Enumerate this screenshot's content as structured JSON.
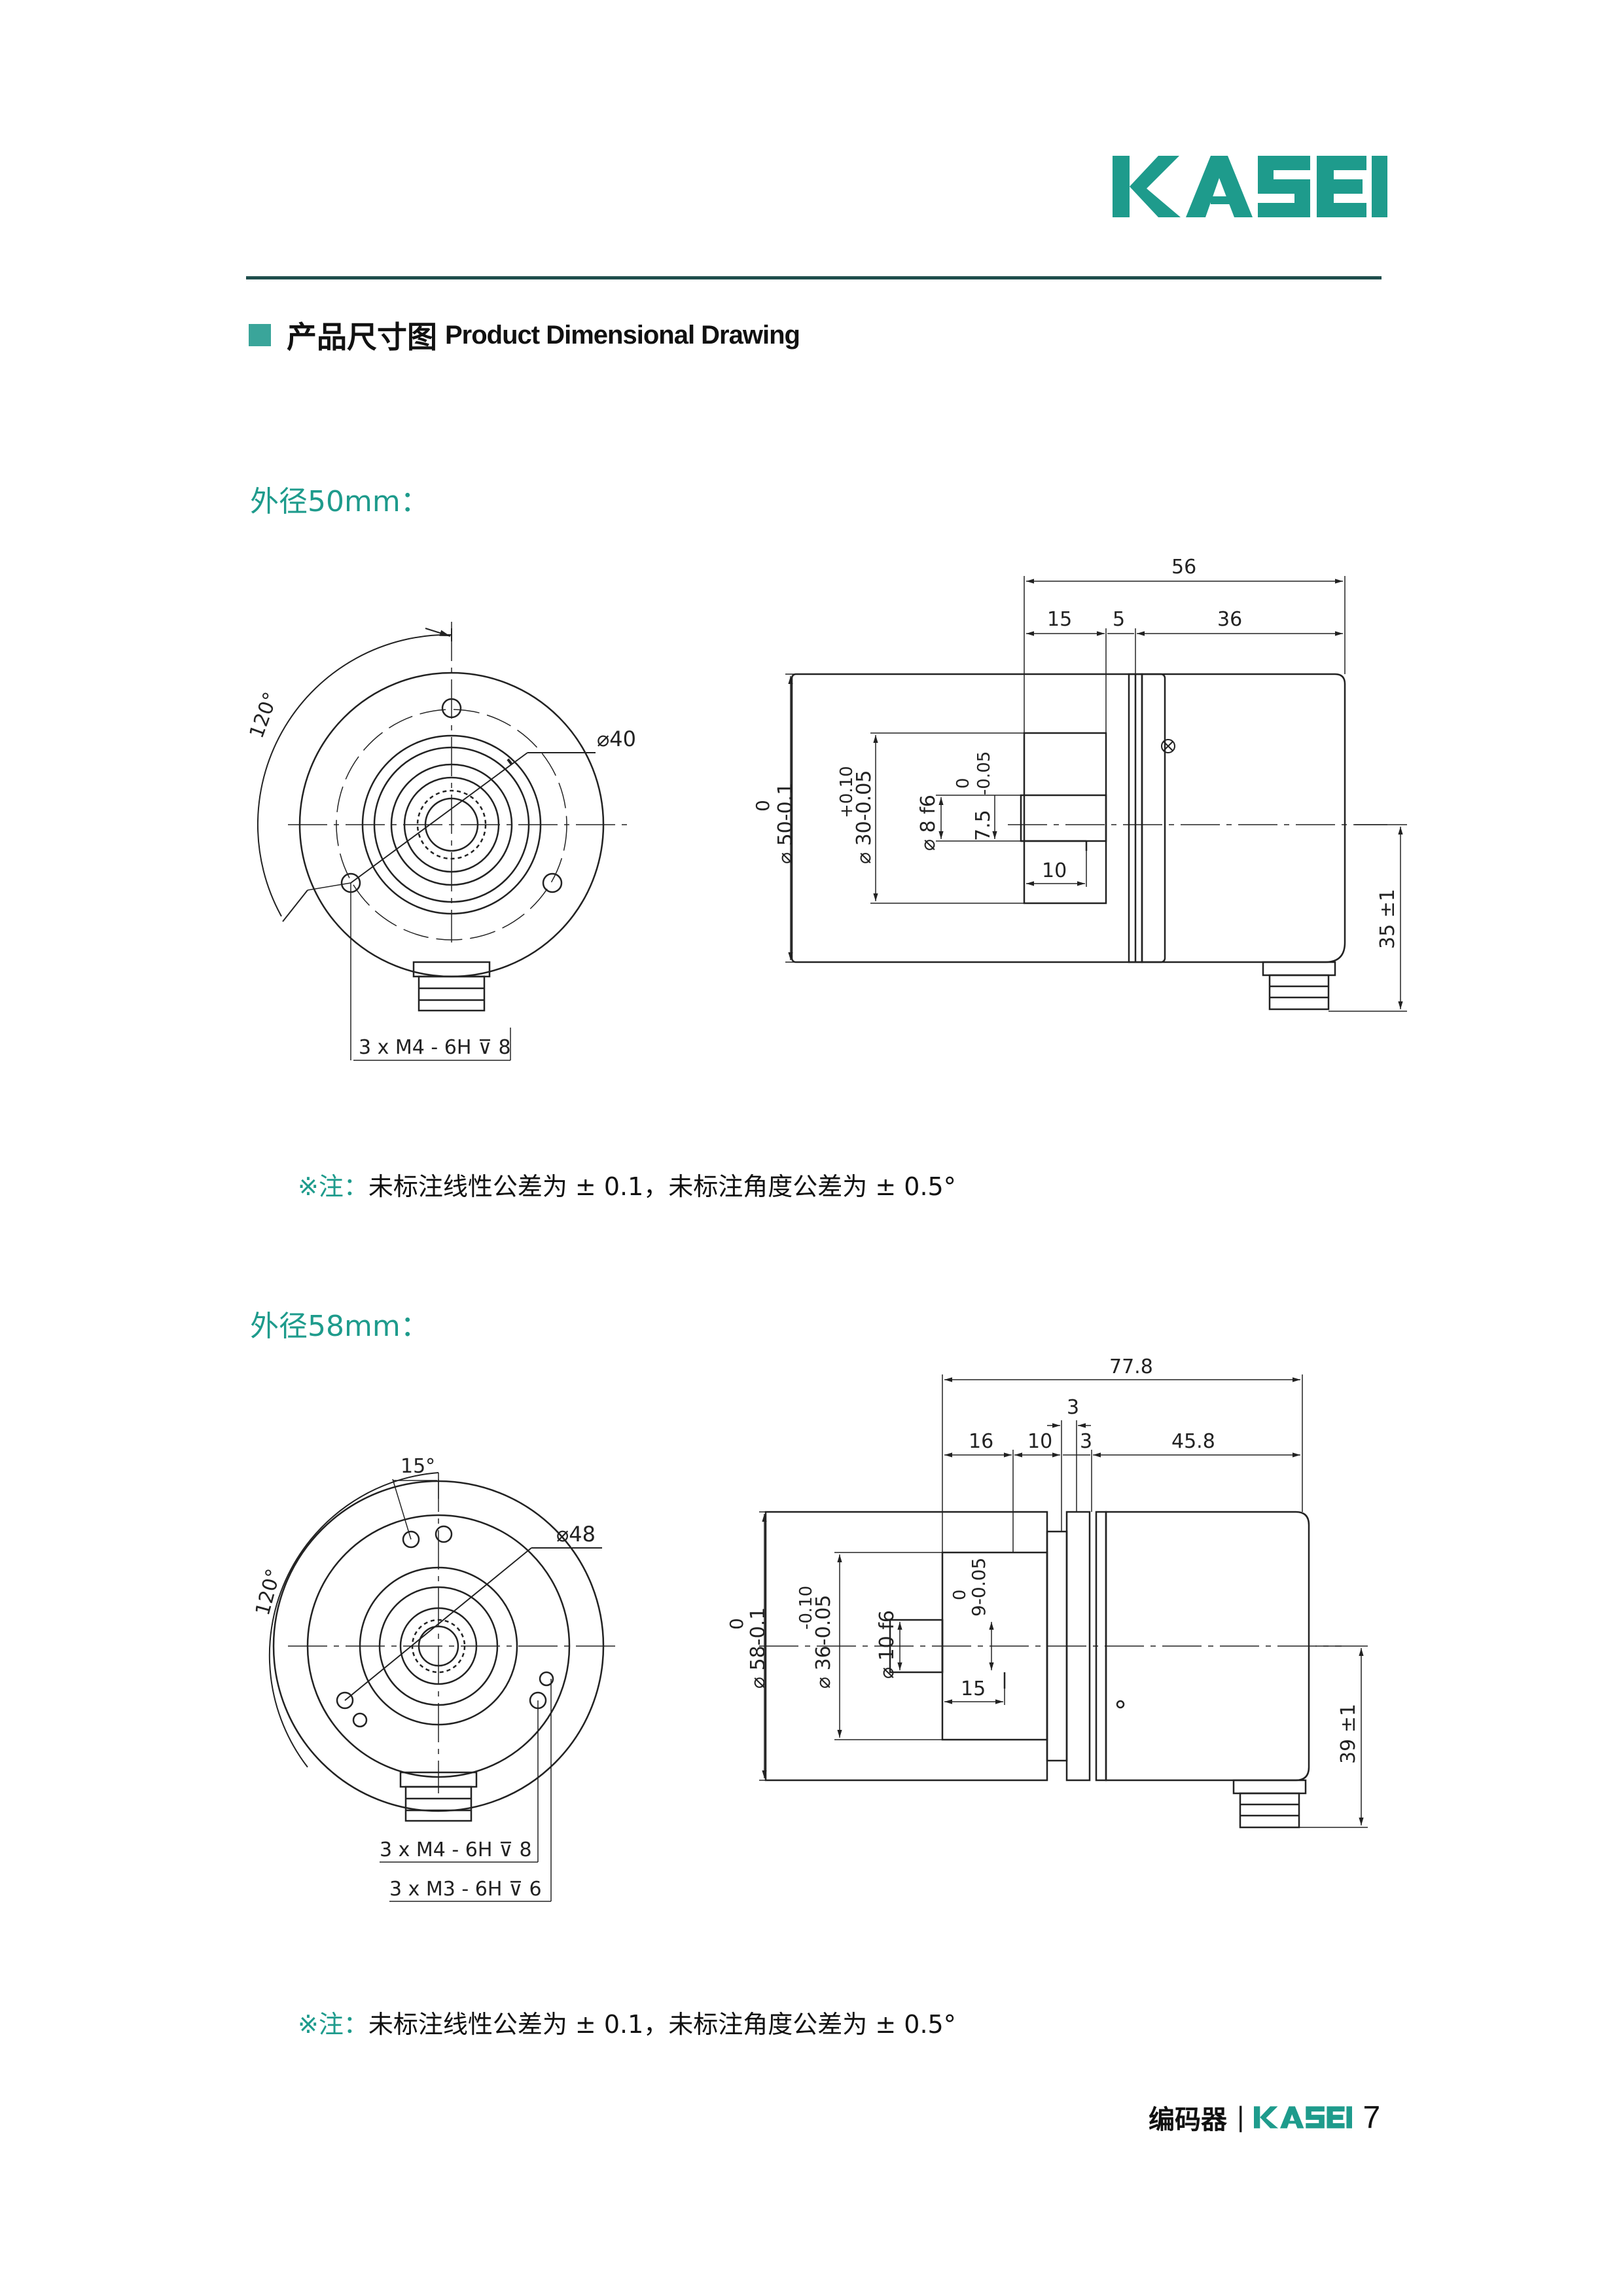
{
  "brand": {
    "name": "KASEI",
    "color": "#1e9b8c"
  },
  "section": {
    "zh": "产品尺寸图",
    "en": "Product Dimensional Drawing"
  },
  "drawings": [
    {
      "title": "外径50mm：",
      "note_mark": "※注：",
      "note_text": "未标注线性公差为 ± 0.1，未标注角度公差为 ± 0.5°",
      "front": {
        "angle": "120°",
        "diameter": "⌀40",
        "thread": "3 x  M4 - 6H ⊽ 8"
      },
      "side": {
        "overall": "56",
        "d1": "15",
        "d2": "5",
        "d3": "36",
        "body_dia_tol": "0",
        "body_dia": "⌀ 50-0.1",
        "flange_dia_tol": "+0.10",
        "flange_dia": "⌀ 30-0.05",
        "shaft_dia": "⌀ 8 f6",
        "flat_tol": "0",
        "flat_sub": "-0.05",
        "flat": "7.5",
        "shaft_len": "10",
        "conn_height": "35 ±1"
      }
    },
    {
      "title": "外径58mm：",
      "note_mark": "※注：",
      "note_text": "未标注线性公差为 ± 0.1，未标注角度公差为 ± 0.5°",
      "front": {
        "angle_a": "15°",
        "angle_b": "120°",
        "diameter": "⌀48",
        "thread1": "3 x  M4 - 6H ⊽  8",
        "thread2": "3 x  M3 - 6H ⊽  6"
      },
      "side": {
        "overall": "77.8",
        "small": "3",
        "d1": "16",
        "d2": "10",
        "d3": "3",
        "d4": "45.8",
        "body_dia_tol": "0",
        "body_dia": "⌀ 58-0.1",
        "flange_dia_tol": "-0.10",
        "flange_dia": "⌀ 36-0.05",
        "shaft_dia": "⌀ 10 f6",
        "flat_tol": "0",
        "flat": "9-0.05",
        "shaft_len": "15",
        "conn_height": "39 ±1"
      }
    }
  ],
  "footer": {
    "label": "编码器",
    "separator": "|",
    "page": "7"
  }
}
